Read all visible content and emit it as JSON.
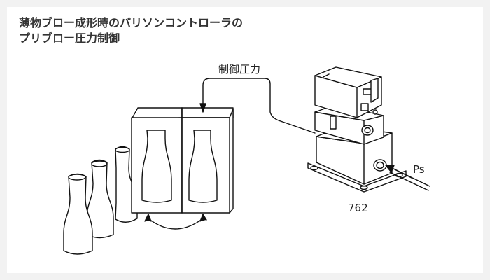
{
  "title": {
    "line1": "薄物ブロー成形時のパリソンコントローラの",
    "line2": "プリブロー圧力制御"
  },
  "labels": {
    "control_pressure": "制御圧力",
    "supply_pressure": "Ps",
    "model_number": "762"
  },
  "colors": {
    "page_background": "#f2f2f2",
    "card_background": "#ffffff",
    "title_text": "#333333",
    "line": "#111111"
  }
}
